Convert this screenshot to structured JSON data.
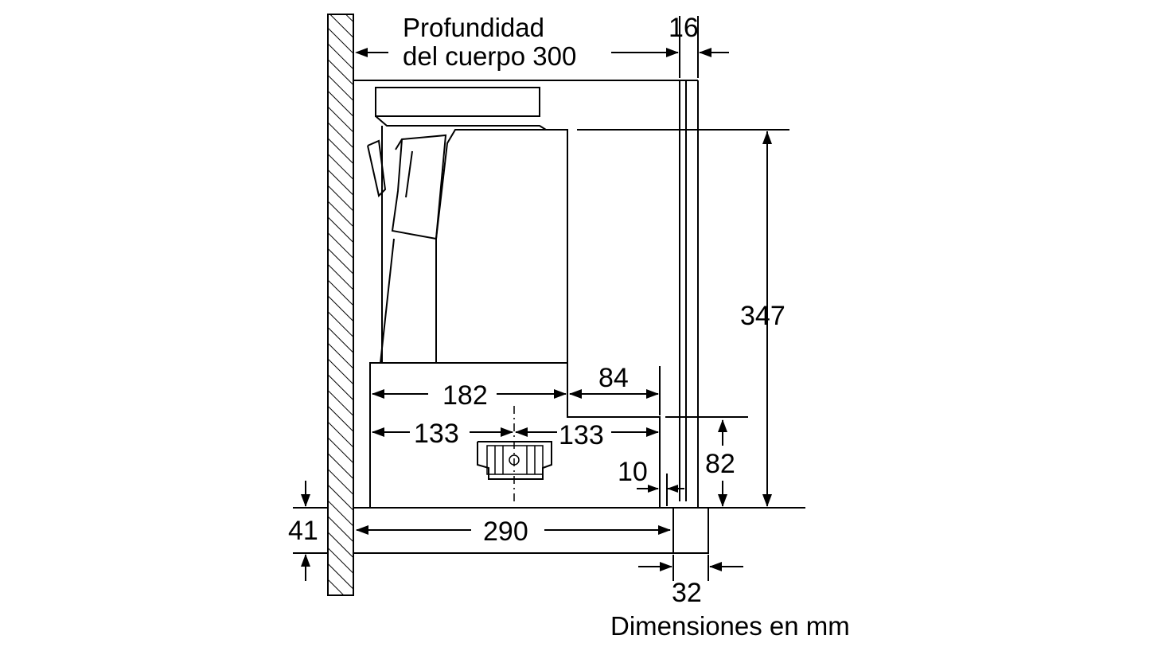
{
  "diagram": {
    "depth_label_line1": "Profundidad",
    "depth_label_line2": "del cuerpo 300",
    "dim_16": "16",
    "dim_347": "347",
    "dim_84": "84",
    "dim_182": "182",
    "dim_133_left": "133",
    "dim_133_right": "133",
    "dim_10": "10",
    "dim_82": "82",
    "dim_41": "41",
    "dim_290": "290",
    "dim_32": "32",
    "caption": "Dimensiones en mm"
  },
  "colors": {
    "line": "#000000",
    "background": "#ffffff"
  }
}
